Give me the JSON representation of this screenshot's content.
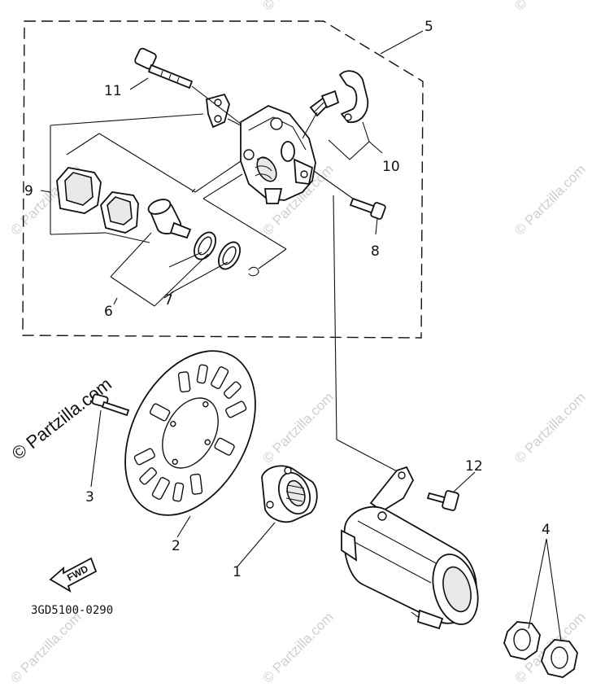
{
  "diagram": {
    "drawing_code": "3GD5100-0290",
    "fwd_label": "FWD",
    "watermark": "© Partzilla.com",
    "callouts": [
      {
        "id": "c1",
        "label": "1"
      },
      {
        "id": "c2",
        "label": "2"
      },
      {
        "id": "c3",
        "label": "3"
      },
      {
        "id": "c4",
        "label": "4"
      },
      {
        "id": "c5",
        "label": "5"
      },
      {
        "id": "c6",
        "label": "6"
      },
      {
        "id": "c7",
        "label": "7"
      },
      {
        "id": "c8",
        "label": "8"
      },
      {
        "id": "c9",
        "label": "9"
      },
      {
        "id": "c10",
        "label": "10"
      },
      {
        "id": "c11",
        "label": "11"
      },
      {
        "id": "c12",
        "label": "12"
      }
    ]
  }
}
